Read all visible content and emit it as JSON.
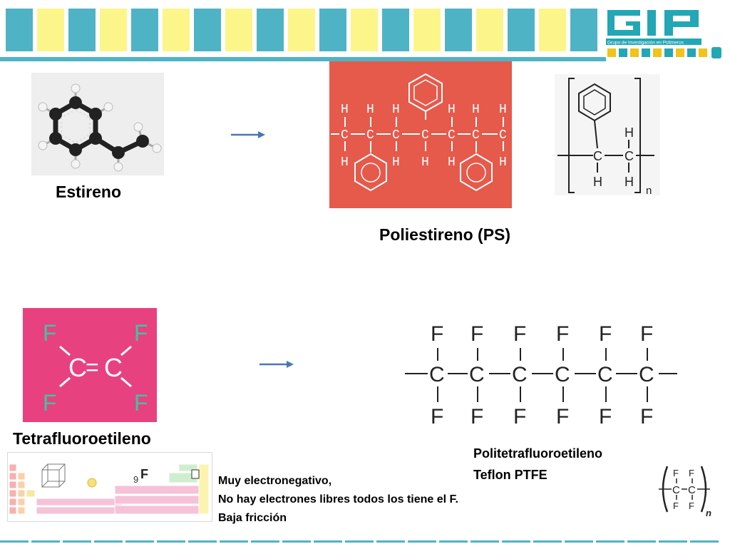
{
  "logo": {
    "name": "GIP",
    "subtitle": "Grupo de Investigación en Polímeros"
  },
  "labels": {
    "estireno": "Estireno",
    "poliestireno": "Poliestireno (PS)",
    "tetrafluoroetileno": "Tetrafluoroetileno",
    "politetrafluoroetileno": "Politetrafluoroetileno",
    "teflon": "Teflon PTFE"
  },
  "notes": [
    "Muy electronegativo,",
    "No hay electrones libres todos los tiene el F.",
    "Baja fricción"
  ],
  "chem": {
    "H": "H",
    "C": "C",
    "F": "F",
    "n": "n",
    "fluorine_number": "9",
    "bond_single": "—",
    "bond_double": "="
  },
  "colors": {
    "teal": "#4fb3c6",
    "yellow": "#fcf58a",
    "logo_teal": "#23a7b5",
    "ps_red": "#e55a4b",
    "tfe_pink": "#e8417f",
    "tfe_green": "#3fc3a2",
    "arrow": "#4a77b4"
  }
}
